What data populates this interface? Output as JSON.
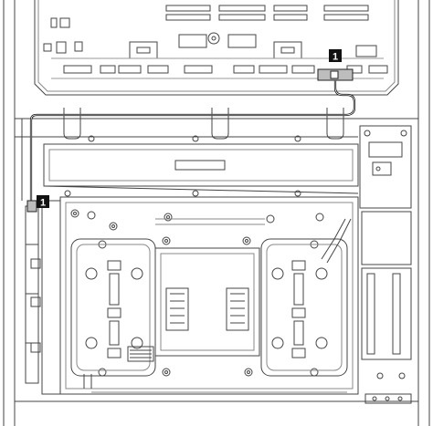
{
  "callouts": [
    {
      "id": "callout-top",
      "text": "1"
    },
    {
      "id": "callout-left",
      "text": "1"
    }
  ],
  "colors": {
    "line": "#3a3a3a",
    "light_line": "#8a8a8a",
    "cable": "#000000",
    "callout_bg": "#111111",
    "callout_text": "#ffffff",
    "connector_fill": "#bdbdbd"
  }
}
